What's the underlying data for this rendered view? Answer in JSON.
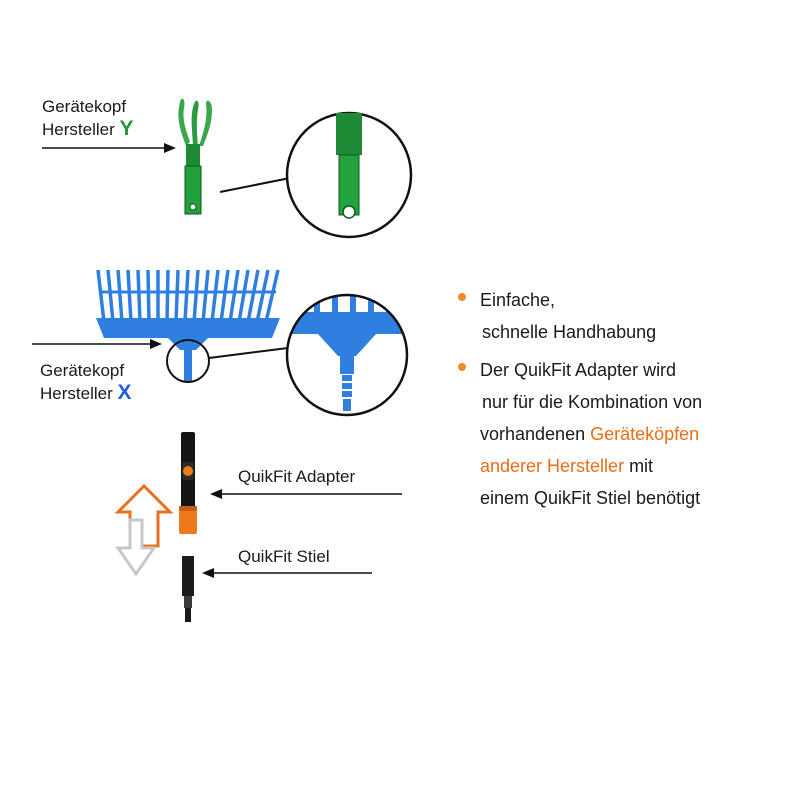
{
  "labels": {
    "head_y_line1": "Gerätekopf",
    "head_y_line2": "Hersteller",
    "head_y_letter": "Y",
    "head_x_line1": "Gerätekopf",
    "head_x_line2": "Hersteller",
    "head_x_letter": "X",
    "adapter": "QuikFit Adapter",
    "handle": "QuikFit Stiel"
  },
  "bullets": {
    "b1_line1": "Einfache,",
    "b1_line2": "schnelle Handhabung",
    "b2_line1": "Der QuikFit Adapter wird",
    "b2_line2": "nur für die Kombination von",
    "b2_line3_a": "vorhandenen ",
    "b2_line3_b": "Geräteköpfen",
    "b2_line4_a": "anderer Hersteller",
    "b2_line4_b": " mit",
    "b2_line5": "einem QuikFit Stiel benötigt"
  },
  "colors": {
    "green": "#1f9a3a",
    "blue": "#2f7fe0",
    "orange": "#ea6d14",
    "black": "#111111"
  }
}
